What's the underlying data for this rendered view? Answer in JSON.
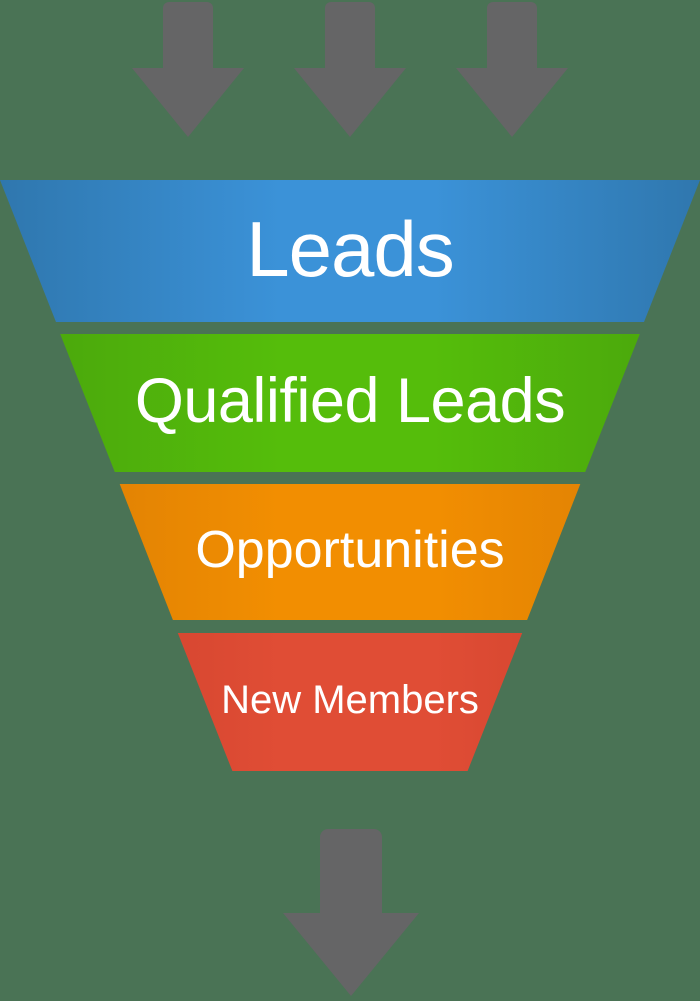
{
  "background_color": "#4a7355",
  "text_color": "#ffffff",
  "arrows": {
    "color": "#656566",
    "direction": "down",
    "top_count": 3,
    "bottom_count": 1
  },
  "funnel": {
    "tiers": [
      {
        "label": "Leads",
        "color_center": "#3b92d8",
        "color_edge": "#2f77ae"
      },
      {
        "label": "Qualified Leads",
        "color_center": "#55bd0b",
        "color_edge": "#49a40c"
      },
      {
        "label": "Opportunities",
        "color_center": "#f28e01",
        "color_edge": "#d87c05"
      },
      {
        "label": "New Members",
        "color_center": "#e04d35",
        "color_edge": "#c93e2a"
      }
    ]
  }
}
